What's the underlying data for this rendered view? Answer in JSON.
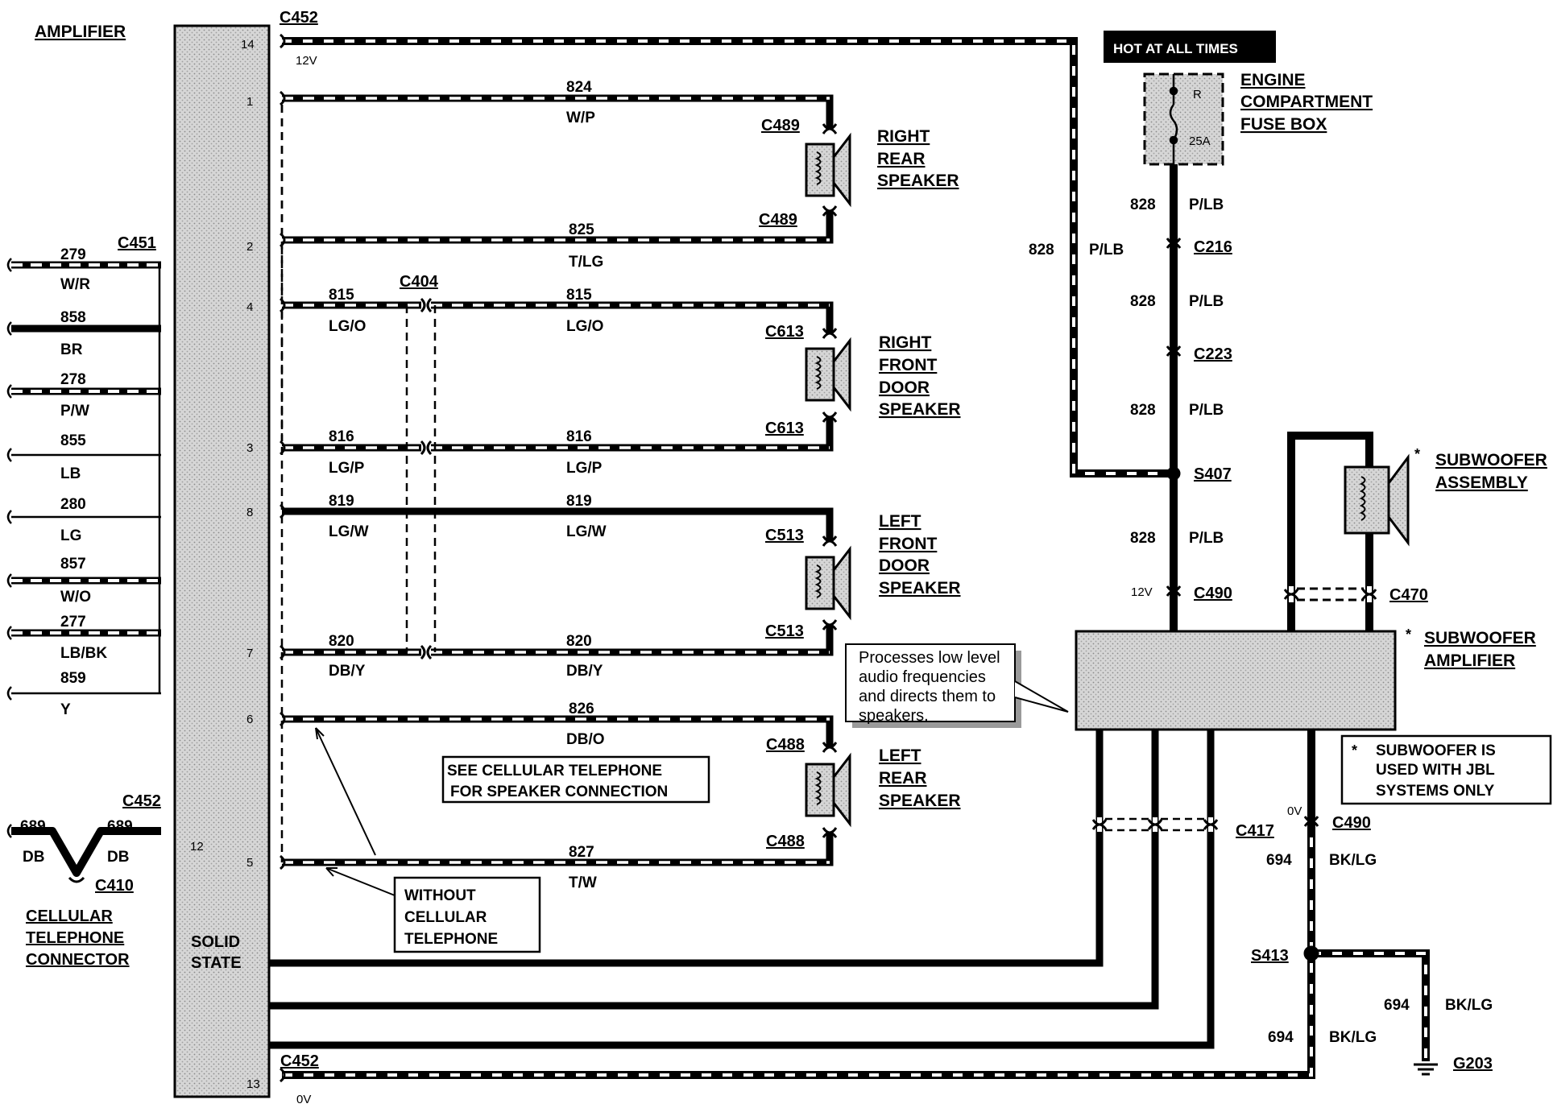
{
  "amplifier": {
    "title": "AMPLIFIER",
    "solid_state_line1": "SOLID",
    "solid_state_line2": "STATE",
    "pins": [
      "14",
      "1",
      "2",
      "4",
      "3",
      "8",
      "7",
      "6",
      "5",
      "12",
      "13"
    ]
  },
  "connectors": {
    "c452": "C452",
    "c451": "C451",
    "c404": "C404",
    "c410": "C410",
    "c489": "C489",
    "c613": "C613",
    "c513": "C513",
    "c488": "C488",
    "c216": "C216",
    "c223": "C223",
    "c490": "C490",
    "c470": "C470",
    "c417": "C417",
    "s407": "S407",
    "s413": "S413",
    "g203": "G203"
  },
  "voltages": {
    "v12": "12V",
    "v0": "0V"
  },
  "c451_wires": [
    {
      "num": "279",
      "color": "W/R"
    },
    {
      "num": "858",
      "color": "BR"
    },
    {
      "num": "278",
      "color": "P/W"
    },
    {
      "num": "855",
      "color": "LB"
    },
    {
      "num": "280",
      "color": "LG"
    },
    {
      "num": "857",
      "color": "W/O"
    },
    {
      "num": "277",
      "color": "LB/BK"
    },
    {
      "num": "859",
      "color": "Y"
    }
  ],
  "cell_connector": {
    "wire_num": "689",
    "wire_color": "DB",
    "label_l1": "CELLULAR",
    "label_l2": "TELEPHONE",
    "label_l3": "CONNECTOR"
  },
  "speaker_wires": {
    "w824": {
      "num": "824",
      "color": "W/P"
    },
    "w825": {
      "num": "825",
      "color": "T/LG"
    },
    "w815": {
      "num": "815",
      "color": "LG/O"
    },
    "w816": {
      "num": "816",
      "color": "LG/P"
    },
    "w819": {
      "num": "819",
      "color": "LG/W"
    },
    "w820": {
      "num": "820",
      "color": "DB/Y"
    },
    "w826": {
      "num": "826",
      "color": "DB/O"
    },
    "w827": {
      "num": "827",
      "color": "T/W"
    }
  },
  "speakers": {
    "right_rear": [
      "RIGHT",
      "REAR",
      "SPEAKER"
    ],
    "right_front": [
      "RIGHT",
      "FRONT",
      "DOOR",
      "SPEAKER"
    ],
    "left_front": [
      "LEFT",
      "FRONT",
      "DOOR",
      "SPEAKER"
    ],
    "left_rear": [
      "LEFT",
      "REAR",
      "SPEAKER"
    ]
  },
  "power": {
    "hot_label": "HOT AT ALL TIMES",
    "fuse_box": [
      "ENGINE",
      "COMPARTMENT",
      "FUSE BOX"
    ],
    "fuse_r": "R",
    "fuse_amps": "25A",
    "wire_num": "828",
    "wire_color": "P/LB"
  },
  "ground": {
    "wire_num": "694",
    "wire_color": "BK/LG"
  },
  "subwoofer": {
    "assembly_star": "*",
    "assembly_l1": "SUBWOOFER",
    "assembly_l2": "ASSEMBLY",
    "amp_l1": "SUBWOOFER",
    "amp_l2": "AMPLIFIER",
    "callout_l1": "Processes low level",
    "callout_l2": "audio   frequencies",
    "callout_l3": "and directs them to",
    "callout_l4": "speakers.",
    "note_l1": "SUBWOOFER IS",
    "note_l2": "USED WITH JBL",
    "note_l3": "SYSTEMS ONLY"
  },
  "notes": {
    "cell_l1": "SEE CELLULAR TELEPHONE",
    "cell_l2": "FOR SPEAKER CONNECTION",
    "without_l1": "WITHOUT",
    "without_l2": "CELLULAR",
    "without_l3": "TELEPHONE"
  }
}
